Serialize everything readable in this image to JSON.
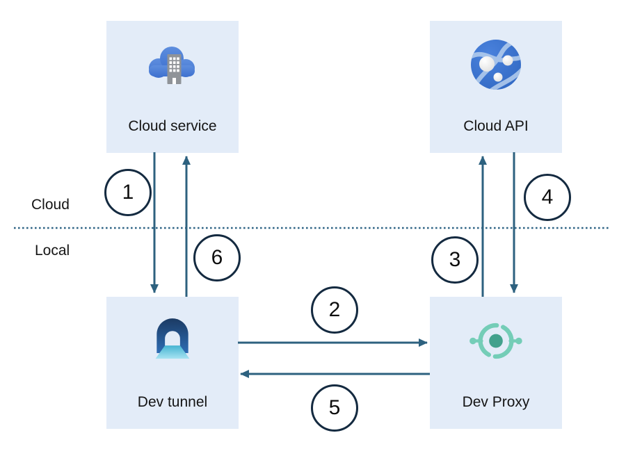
{
  "diagram": {
    "zones": {
      "cloud": "Cloud",
      "local": "Local"
    },
    "nodes": [
      {
        "id": "cloud-service",
        "label": "Cloud service",
        "icon": "cloud-building-icon"
      },
      {
        "id": "cloud-api",
        "label": "Cloud API",
        "icon": "globe-network-icon"
      },
      {
        "id": "dev-tunnel",
        "label": "Dev tunnel",
        "icon": "tunnel-icon"
      },
      {
        "id": "dev-proxy",
        "label": "Dev Proxy",
        "icon": "proxy-target-icon"
      }
    ],
    "steps": [
      "1",
      "2",
      "3",
      "4",
      "5",
      "6"
    ],
    "connections": [
      {
        "step": "1",
        "from": "Cloud service",
        "to": "Dev tunnel"
      },
      {
        "step": "2",
        "from": "Dev tunnel",
        "to": "Dev Proxy"
      },
      {
        "step": "3",
        "from": "Dev Proxy",
        "to": "Cloud API"
      },
      {
        "step": "4",
        "from": "Cloud API",
        "to": "Dev Proxy"
      },
      {
        "step": "5",
        "from": "Dev Proxy",
        "to": "Dev tunnel"
      },
      {
        "step": "6",
        "from": "Dev tunnel",
        "to": "Cloud service"
      }
    ],
    "colors": {
      "node_bg": "#e3ecf8",
      "arrow": "#2d617f",
      "divider": "#2f6486",
      "step_circle_border": "#142a40",
      "text": "#141414",
      "azure_blue": "#3c72cf",
      "tunnel_navy": "#1b3a63",
      "tunnel_cyan": "#4db9d3",
      "proxy_teal": "#74cdb7",
      "proxy_teal_dark": "#42a18c"
    }
  }
}
